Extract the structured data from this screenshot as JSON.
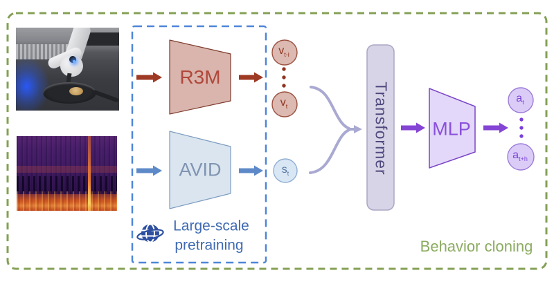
{
  "modules": {
    "r3m": "R3M",
    "avid": "AVID",
    "transformer": "Transformer",
    "mlp": "MLP"
  },
  "tokens": {
    "v_top": {
      "base": "v",
      "sub": "t-i"
    },
    "v_bottom": {
      "base": "v",
      "sub": "t"
    },
    "s": {
      "base": "s",
      "sub": "t"
    },
    "a_top": {
      "base": "a",
      "sub": "t"
    },
    "a_bottom": {
      "base": "a",
      "sub": "t+h"
    }
  },
  "labels": {
    "pretraining_line1": "Large-scale",
    "pretraining_line2": "pretraining",
    "behavior_cloning": "Behavior cloning"
  },
  "icons": {
    "globe": "globe-icon"
  },
  "images": {
    "camera": "robot-arm-cooking-photo",
    "spectrogram": "audio-spectrogram"
  },
  "colors": {
    "frame_green": "#84a055",
    "behavior_text_green": "#8bab61",
    "pretrain_box_blue": "#4e86d8",
    "pretrain_text_blue": "#3f6ab2",
    "vision_red": "#9e3a24",
    "vision_fill": "#d9b5ad",
    "audio_blue": "#5d89c8",
    "audio_fill": "#dae5ef",
    "policy_purple": "#8444d4",
    "policy_fill": "#e3d8f9",
    "transformer_fill": "#d8d4e7",
    "transformer_text": "#4e4a7e",
    "brace_gray": "#a9a9d2"
  }
}
